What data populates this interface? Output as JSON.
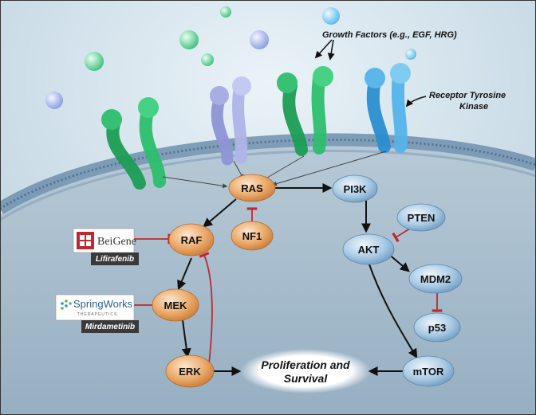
{
  "annotations": {
    "growth_factors": "Growth Factors (e.g., EGF, HRG)",
    "receptor_line1": "Receptor Tyrosine",
    "receptor_line2": "Kinase"
  },
  "nodes": {
    "ras": "RAS",
    "pi3k": "PI3K",
    "raf": "RAF",
    "nf1": "NF1",
    "pten": "PTEN",
    "akt": "AKT",
    "mek": "MEK",
    "mdm2": "MDM2",
    "p53": "p53",
    "erk": "ERK",
    "mtor": "mTOR",
    "outcome_line1": "Proliferation and",
    "outcome_line2": "Survival"
  },
  "drugs": {
    "beigene_logo": "BeiGene",
    "lifirafenib": "Lifirafenib",
    "springworks_logo": "SpringWorks",
    "springworks_sub": "THERAPEUTICS",
    "mirdametinib": "Mirdametinib"
  },
  "colors": {
    "ras_pathway_node": "#e8a15a",
    "pi3k_pathway_node": "#9ec3e2",
    "inhibit": "#c0282e",
    "cell_interior": "#a9c0d3",
    "background": "#cfe0ea",
    "membrane": "#5a7fa0"
  }
}
